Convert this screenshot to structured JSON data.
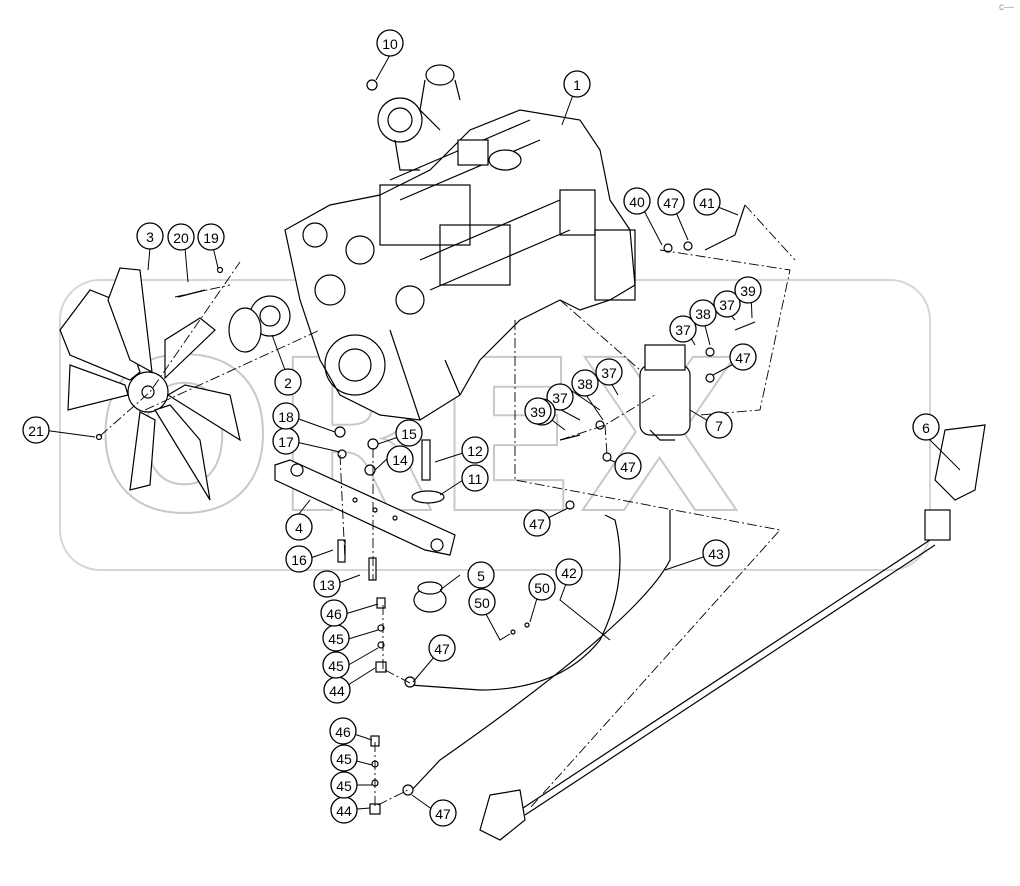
{
  "diagram": {
    "watermark": "OREX",
    "corner_mark": "c—",
    "callouts": [
      "1",
      "2",
      "3",
      "4",
      "5",
      "6",
      "7",
      "10",
      "11",
      "12",
      "13",
      "14",
      "15",
      "16",
      "17",
      "18",
      "19",
      "20",
      "21",
      "37",
      "38",
      "39",
      "40",
      "41",
      "42",
      "43",
      "44",
      "45",
      "46",
      "47",
      "50"
    ]
  }
}
